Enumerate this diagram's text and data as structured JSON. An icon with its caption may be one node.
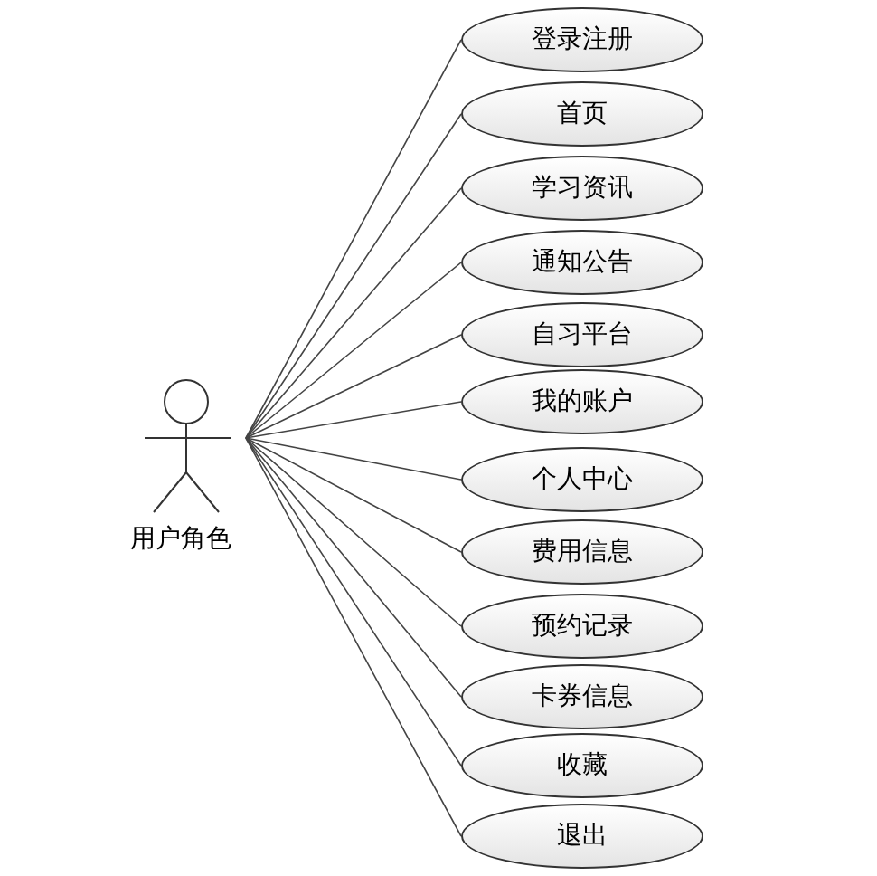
{
  "diagram": {
    "nodes": [
      {
        "text": [
          "用户角色"
        ]
      },
      {
        "text": [
          "登录注册"
        ]
      },
      {
        "text": [
          "首页"
        ]
      },
      {
        "text": [
          "学习资讯"
        ]
      },
      {
        "text": [
          "通知公告"
        ]
      },
      {
        "text": [
          "自习平台"
        ]
      },
      {
        "text": [
          "我的账户"
        ]
      },
      {
        "text": [
          "个人中心"
        ]
      },
      {
        "text": [
          "费用信息"
        ]
      },
      {
        "text": [
          "预约记录"
        ]
      },
      {
        "text": [
          "卡券信息"
        ]
      },
      {
        "text": [
          "收藏"
        ]
      },
      {
        "text": [
          "退出"
        ]
      }
    ],
    "edges": [
      {
        "from": 0,
        "to": 1,
        "arrow": "none"
      },
      {
        "from": 0,
        "to": 2,
        "arrow": "none"
      },
      {
        "from": 0,
        "to": 3,
        "arrow": "none"
      },
      {
        "from": 0,
        "to": 4,
        "arrow": "none"
      },
      {
        "from": 0,
        "to": 5,
        "arrow": "none"
      },
      {
        "from": 0,
        "to": 6,
        "arrow": "none"
      },
      {
        "from": 0,
        "to": 7,
        "arrow": "none"
      },
      {
        "from": 0,
        "to": 8,
        "arrow": "none"
      },
      {
        "from": 0,
        "to": 9,
        "arrow": "none"
      },
      {
        "from": 0,
        "to": 10,
        "arrow": "none"
      },
      {
        "from": 0,
        "to": 11,
        "arrow": "none"
      },
      {
        "from": 0,
        "to": 12,
        "arrow": "none"
      }
    ]
  }
}
